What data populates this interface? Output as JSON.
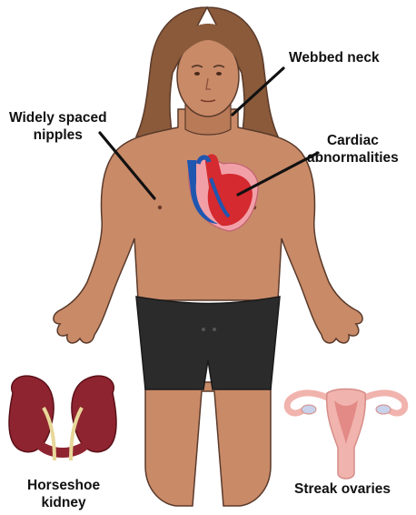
{
  "labels": {
    "webbed_neck": [
      "Webbed neck"
    ],
    "widely_spaced_nipples": [
      "Widely spaced",
      "nipples"
    ],
    "cardiac_abnormalities": [
      "Cardiac",
      "abnormalities"
    ],
    "horseshoe_kidney": [
      "Horseshoe",
      "kidney"
    ],
    "streak_ovaries": [
      "Streak ovaries"
    ]
  },
  "colors": {
    "skin": "#c98a68",
    "skin_shadow": "#b07252",
    "outline": "#5a3a2a",
    "hair": "#8a5a3a",
    "shorts": "#2b2b2b",
    "heart_red": "#d42a30",
    "heart_blue": "#1f56b0",
    "pericardium": "#f2a0a8",
    "kidney": "#8e2430",
    "ureter": "#e8d79a",
    "uterus": "#f1b3ad",
    "pointer": "#111111"
  }
}
